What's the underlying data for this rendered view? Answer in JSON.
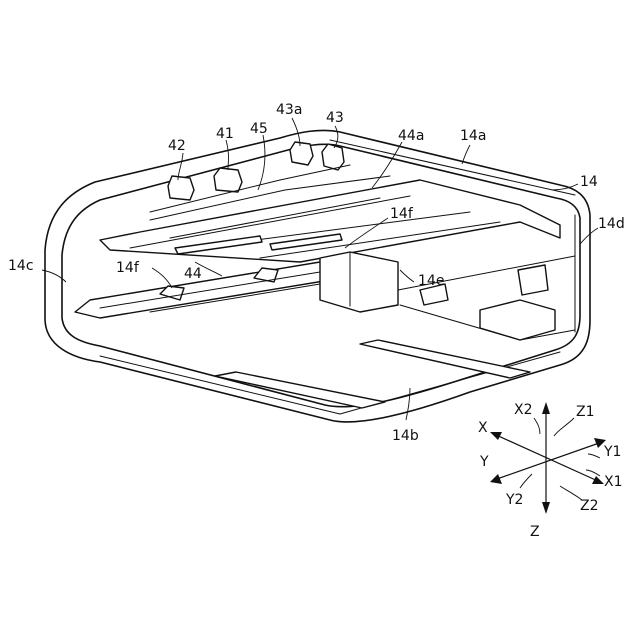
{
  "labels": {
    "l14": "14",
    "l14a": "14a",
    "l14b": "14b",
    "l14c": "14c",
    "l14d": "14d",
    "l14e": "14e",
    "l14f_top": "14f",
    "l14f_left": "14f",
    "l41": "41",
    "l42": "42",
    "l43": "43",
    "l43a": "43a",
    "l44": "44",
    "l44a": "44a",
    "l45": "45"
  },
  "axes": {
    "x": "X",
    "x1": "X1",
    "x2": "X2",
    "y": "Y",
    "y1": "Y1",
    "y2": "Y2",
    "z": "Z",
    "z1": "Z1",
    "z2": "Z2"
  }
}
